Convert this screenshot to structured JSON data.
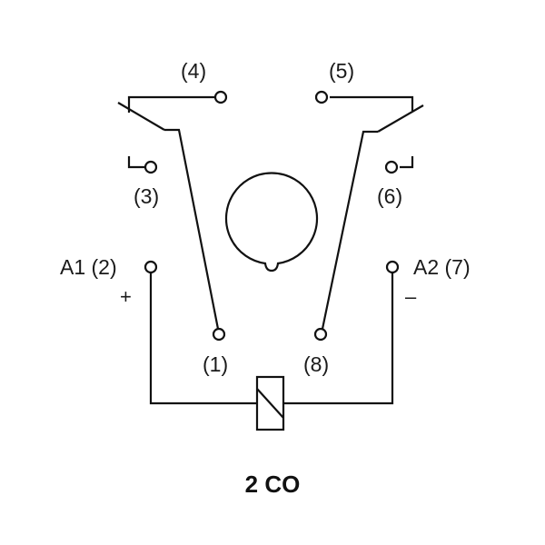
{
  "diagram": {
    "type": "relay-contact-schematic",
    "caption": "2 CO",
    "terminals": {
      "t1": "(1)",
      "t3": "(3)",
      "t4": "(4)",
      "t5": "(5)",
      "t6": "(6)",
      "t8": "(8)",
      "a1": "A1 (2)",
      "a2": "A2 (7)"
    },
    "polarity": {
      "plus": "+",
      "minus": "–"
    },
    "colors": {
      "line": "#111111",
      "background": "#ffffff"
    }
  }
}
